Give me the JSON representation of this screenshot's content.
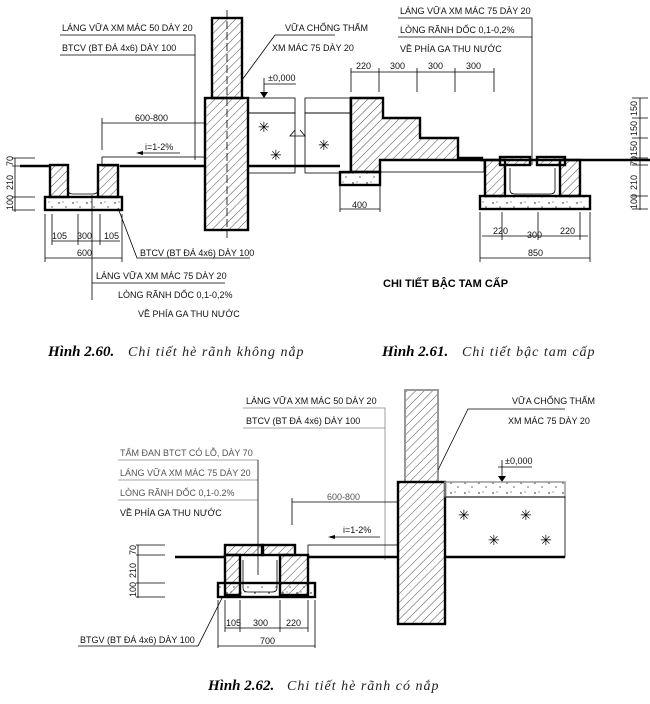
{
  "fig60": {
    "notes_top": [
      "LÁNG VỮA XM MÁC 50 DÀY 20",
      "BTCV (BT ĐÁ 4x6) DÀY 100"
    ],
    "waterproof": [
      "VỮA CHỐNG THẤM",
      "XM MÁC 75 DÀY 20"
    ],
    "elevation": "±0,000",
    "sidewalk_width": "600-800",
    "slope": "i=1-2%",
    "footing_note": "BTCV (BT ĐÁ 4x6) DÀY 100",
    "notes_bottom": [
      "LÁNG VỮA XM MÁC 75 DÀY 20",
      "LÒNG RÃNH DỐC 0,1-0,2%",
      "VỀ PHÍA GA THU NƯỚC"
    ],
    "dims_horizontal": [
      "105",
      "300",
      "105"
    ],
    "dim_total": "600",
    "dims_vertical": [
      "70",
      "210",
      "100"
    ],
    "caption_num": "Hình 2.60.",
    "caption_text": "Chi tiết hè rãnh không nắp"
  },
  "fig61": {
    "notes_top": [
      "LÁNG VỮA XM MÁC 75 DÀY 20",
      "LÒNG RÃNH DỐC 0,1-0,2%",
      "VỀ PHÍA GA THU NƯỚC"
    ],
    "step_dims": [
      "220",
      "300",
      "300",
      "300"
    ],
    "footing_width": "400",
    "drain_dims": [
      "220",
      "300",
      "220"
    ],
    "drain_total": "850",
    "dims_vertical": [
      "150",
      "150",
      "150",
      "70",
      "210",
      "100"
    ],
    "title": "CHI TIẾT BẬC TAM CẤP",
    "caption_num": "Hình 2.61.",
    "caption_text": "Chi tiết bậc tam cấp"
  },
  "fig62": {
    "notes_top": [
      "LÁNG VỮA XM MÁC 50 DÀY 20",
      "BTCV (BT ĐÁ 4x6) DÀY 100"
    ],
    "waterproof": [
      "VỮA CHỐNG THẤM",
      "XM MÁC 75 DÀY 20"
    ],
    "elevation": "±0,000",
    "notes_left": [
      "TẤM ĐAN BTCT CÓ LỖ, DÀY 70",
      "LÁNG VỮA XM MÁC 75 DÀY 20",
      "LÒNG RÃNH DỐC 0,1-0.2%",
      "VỀ PHÍA GA THU NƯỚC"
    ],
    "sidewalk_width": "600-800",
    "slope": "i=1-2%",
    "dims_vertical": [
      "70",
      "210",
      "100"
    ],
    "dims_horizontal": [
      "105",
      "300",
      "220"
    ],
    "dim_total": "700",
    "footing_note": "BTGV (BT ĐÁ 4x6) DÀY 100",
    "caption_num": "Hình 2.62.",
    "caption_text": "Chi tiết hè rãnh có nắp"
  }
}
